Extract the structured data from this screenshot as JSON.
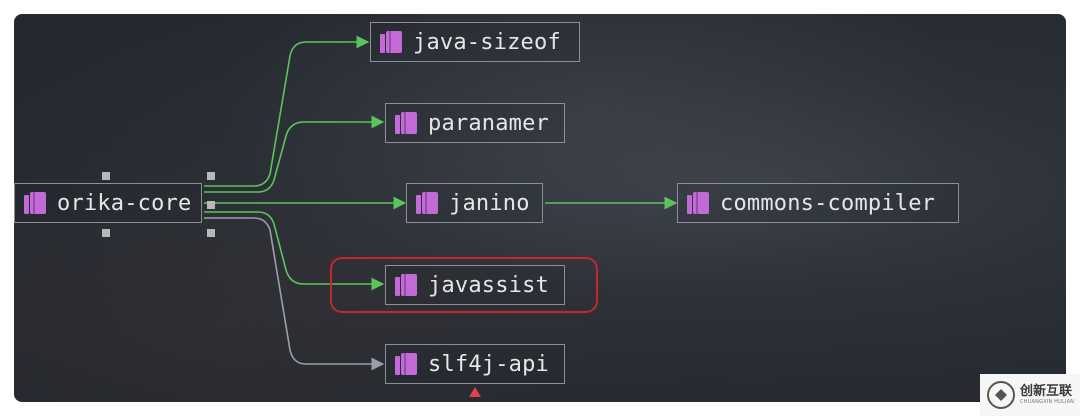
{
  "diagram": {
    "nodes": [
      {
        "id": "orika-core",
        "label": "orika-core"
      },
      {
        "id": "java-sizeof",
        "label": "java-sizeof"
      },
      {
        "id": "paranamer",
        "label": "paranamer"
      },
      {
        "id": "janino",
        "label": "janino"
      },
      {
        "id": "commons-compiler",
        "label": "commons-compiler"
      },
      {
        "id": "javassist",
        "label": "javassist"
      },
      {
        "id": "slf4j-api",
        "label": "slf4j-api"
      }
    ],
    "edges": [
      {
        "from": "orika-core",
        "to": "java-sizeof",
        "color": "#5cc45a"
      },
      {
        "from": "orika-core",
        "to": "paranamer",
        "color": "#5cc45a"
      },
      {
        "from": "orika-core",
        "to": "janino",
        "color": "#5cc45a"
      },
      {
        "from": "janino",
        "to": "commons-compiler",
        "color": "#5cc45a"
      },
      {
        "from": "orika-core",
        "to": "javassist",
        "color": "#5cc45a"
      },
      {
        "from": "orika-core",
        "to": "slf4j-api",
        "color": "#9aa0a8"
      }
    ],
    "highlighted_node": "javassist",
    "selected_node": "orika-core",
    "icon": "library-icon",
    "colors": {
      "icon": "#c26bd6",
      "node_border": "#8c8f96",
      "highlight": "#c4272d",
      "marker": "#e0424a"
    }
  },
  "watermark": {
    "text_cn": "创新互联",
    "text_en": "CHUANGXIN HULIAN"
  }
}
